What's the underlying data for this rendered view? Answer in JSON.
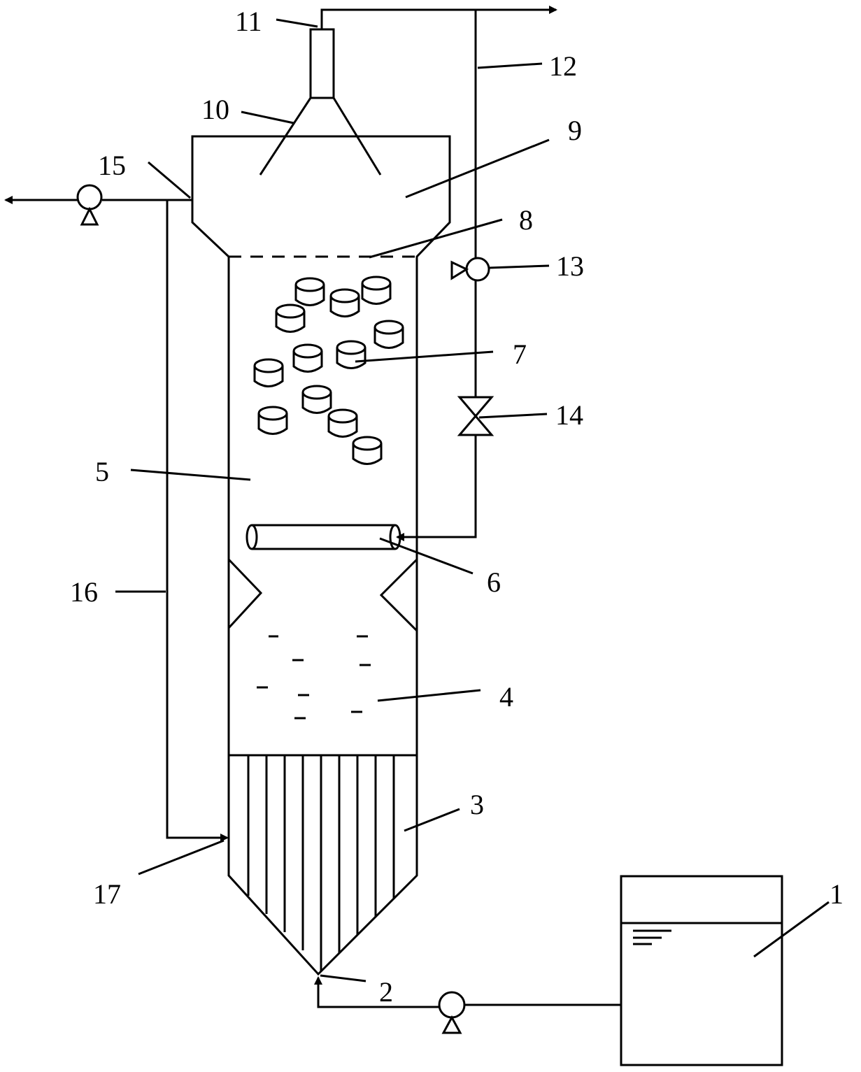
{
  "labels": {
    "n1": "1",
    "n2": "2",
    "n3": "3",
    "n4": "4",
    "n5": "5",
    "n6": "6",
    "n7": "7",
    "n8": "8",
    "n9": "9",
    "n10": "10",
    "n11": "11",
    "n12": "12",
    "n13": "13",
    "n14": "14",
    "n15": "15",
    "n16": "16",
    "n17": "17"
  },
  "colors": {
    "stroke": "#000000",
    "background": "#ffffff"
  }
}
